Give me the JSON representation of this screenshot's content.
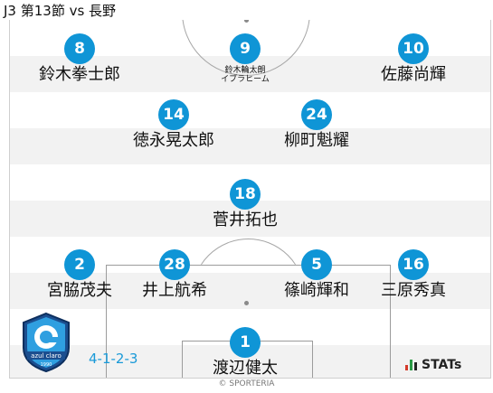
{
  "header": {
    "title": "J3 第13節 vs 長野"
  },
  "formation": "4-1-2-3",
  "credit": "© SPORTERIA",
  "brand": {
    "stats_label": "STATs"
  },
  "team_logo": {
    "text": "azul claro",
    "year": "1990"
  },
  "colors": {
    "badge": "#0f95d6",
    "formation": "#1a9ad8"
  },
  "players": [
    {
      "number": "8",
      "name": "鈴木拳士郎"
    },
    {
      "number": "9",
      "name_line1": "鈴木輪太朗",
      "name_line2": "イブラヒーム"
    },
    {
      "number": "10",
      "name": "佐藤尚輝"
    },
    {
      "number": "14",
      "name": "徳永晃太郎"
    },
    {
      "number": "24",
      "name": "柳町魁耀"
    },
    {
      "number": "18",
      "name": "菅井拓也"
    },
    {
      "number": "2",
      "name": "宮脇茂夫"
    },
    {
      "number": "28",
      "name": "井上航希"
    },
    {
      "number": "5",
      "name": "篠崎輝和"
    },
    {
      "number": "16",
      "name": "三原秀真"
    },
    {
      "number": "1",
      "name": "渡辺健太"
    }
  ]
}
